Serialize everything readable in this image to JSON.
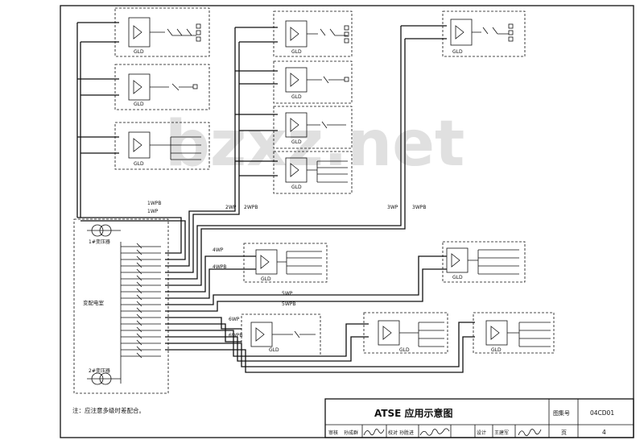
{
  "labels": {
    "gld": "GLD",
    "t1": "1#变压器",
    "t2": "2#变压器",
    "room": "变配电室",
    "c1wpb": "1WPB",
    "c1wp": "1WP",
    "c2wp": "2WP",
    "c2wpb": "2WPB",
    "c3wp": "3WP",
    "c3wpb": "3WPB",
    "c4wp": "4WP",
    "c4wpb": "4WPB",
    "c5wp": "5WP",
    "c5wpb": "5WPB",
    "c6wp": "6WP",
    "c6wpb": "6WPB"
  },
  "note": "注：应注意多级时差配合。",
  "watermark": "bzxz.net",
  "title_block": {
    "title": "ATSE 应用示意图",
    "atlas_label": "图集号",
    "atlas_no": "04CD01",
    "page_label": "页",
    "page_no": "4",
    "review_label": "审核",
    "reviewer": "孙成群",
    "check_label": "校对",
    "checker": "孙胜进",
    "design_label": "设计",
    "designer": "王建军"
  }
}
